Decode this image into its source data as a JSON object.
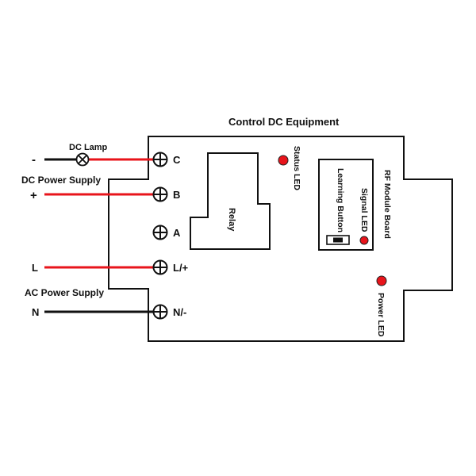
{
  "title": "Control DC Equipment",
  "colors": {
    "live": "#e8141b",
    "neutral": "#111111",
    "led": "#e8141b"
  },
  "supplies": {
    "dc_lamp": "DC Lamp",
    "dc_power": "DC Power Supply",
    "ac_power": "AC Power Supply"
  },
  "polarity": {
    "minus": "-",
    "plus": "+",
    "live": "L",
    "neutral": "N"
  },
  "terminals": [
    "C",
    "B",
    "A",
    "L/+",
    "N/-"
  ],
  "components": {
    "relay": "Relay",
    "status_led": "Status LED",
    "rf_module": "RF Module Board",
    "signal_led": "Signal LED",
    "learning_button": "Learning Button",
    "power_led": "Power LED"
  }
}
